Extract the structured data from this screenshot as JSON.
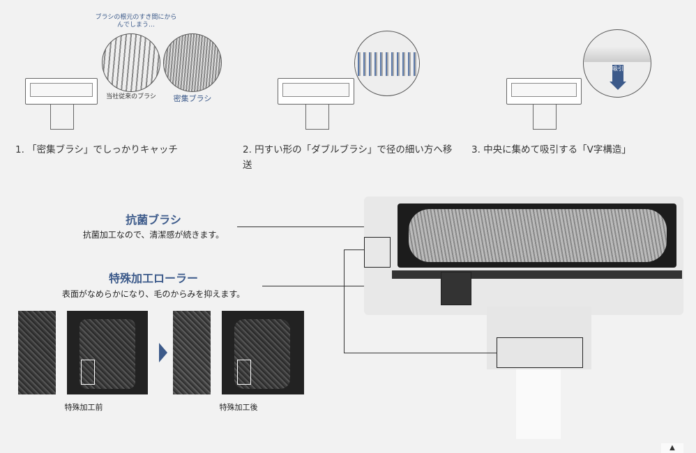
{
  "illustrations": {
    "note": "ブラシの根元のすき間にからんでしまう…",
    "conventional_label": "当社従来のブラシ",
    "dense_label": "密集ブラシ",
    "suction_label": "吸引"
  },
  "steps": [
    {
      "text": "1. 「密集ブラシ」でしっかりキャッチ"
    },
    {
      "text": "2. 円すい形の「ダブルブラシ」で径の細い方へ移送"
    },
    {
      "text": "3. 中央に集めて吸引する「V字構造」"
    }
  ],
  "features": [
    {
      "title": "抗菌ブラシ",
      "desc": "抗菌加工なので、清潔感が続きます。"
    },
    {
      "title": "特殊加工ローラー",
      "desc": "表面がなめらかになり、毛のからみを抑えます。"
    }
  ],
  "comparison": {
    "before": "特殊加工前",
    "after": "特殊加工後"
  },
  "colors": {
    "accent": "#3c5a8a",
    "background": "#f2f2f2"
  }
}
